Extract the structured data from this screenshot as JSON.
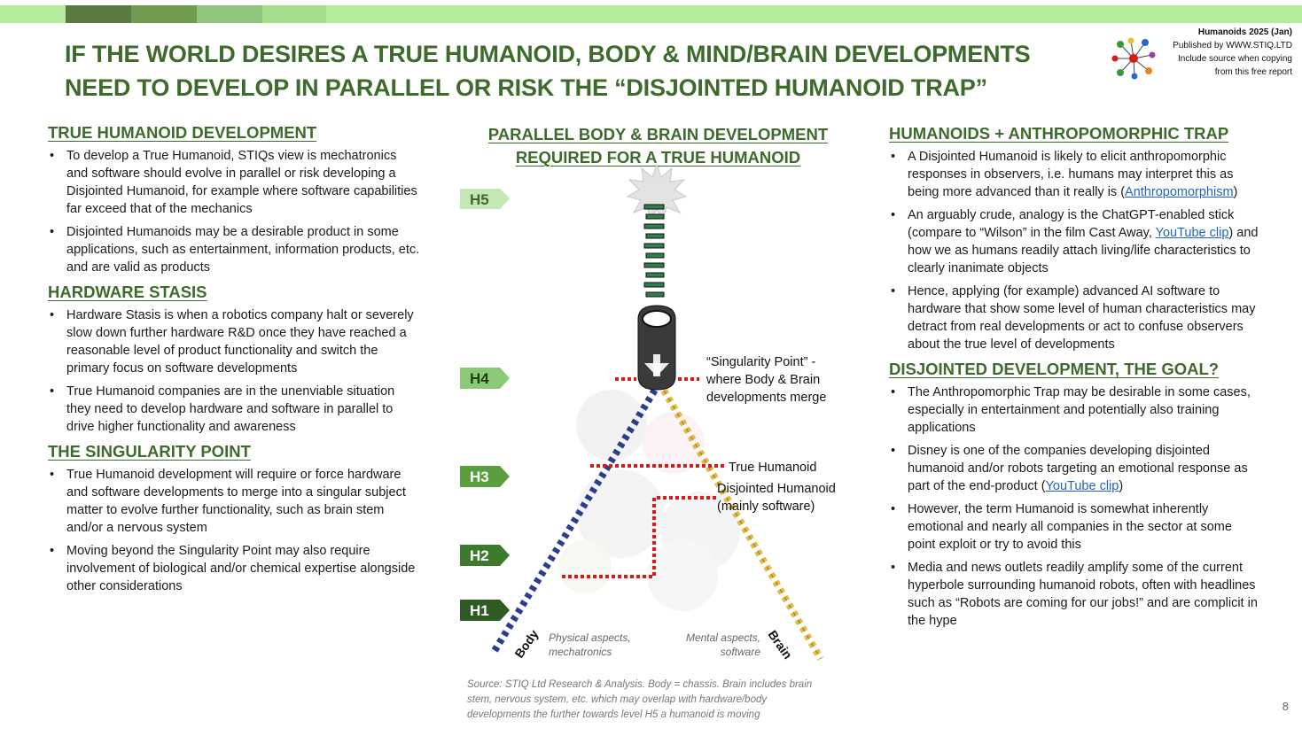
{
  "colors": {
    "title_green": "#3d6b2c",
    "topbar_light": "#b6ea9c",
    "topbar_segments": [
      "#5a7a3f",
      "#6f9a50",
      "#93c47d",
      "#a8dd8b"
    ],
    "body_blue": "#2a3d8f",
    "brain_yellow": "#e5b93b",
    "spine_green": "#2f7f4e",
    "red_dotted": "#d91a1a",
    "link_blue": "#1f63c6",
    "h_levels": [
      "#2f5a24",
      "#3d7a2e",
      "#5a9e3f",
      "#8cc977",
      "#c4e7b5"
    ]
  },
  "header": {
    "title_line1": "IF THE WORLD DESIRES A TRUE HUMANOID, BODY & MIND/BRAIN DEVELOPMENTS",
    "title_line2": "NEED TO DEVELOP IN PARALLEL OR RISK THE “DISJOINTED HUMANOID TRAP”",
    "publisher_line1": "Humanoids 2025 (Jan)",
    "publisher_line2": "Published by WWW.STIQ.LTD",
    "publisher_line3": "Include source when copying",
    "publisher_line4": "from this free report"
  },
  "left": {
    "sections": [
      {
        "heading": "TRUE HUMANOID DEVELOPMENT",
        "bullets": [
          "To develop a True Humanoid, STIQs view is mechatronics and software should evolve in parallel or risk developing a Disjointed Humanoid, for example where software capabilities far exceed that of the mechanics",
          "Disjointed Humanoids may be a desirable product in some applications, such as entertainment, information products, etc. and are valid as products"
        ]
      },
      {
        "heading": "HARDWARE STASIS",
        "bullets": [
          "Hardware Stasis is when a robotics company halt or severely slow down further hardware R&D once they have reached a reasonable level of product functionality and switch the primary focus on software developments",
          "True Humanoid companies are in the unenviable situation they need to develop hardware and software in parallel to drive higher functionality and awareness"
        ]
      },
      {
        "heading": "THE SINGULARITY POINT",
        "bullets": [
          "True Humanoid development will require or force hardware and software developments to merge into a singular subject matter to evolve further functionality, such as brain stem and/or a nervous system",
          "Moving beyond the Singularity Point  may also require involvement of biological and/or chemical expertise alongside other considerations"
        ]
      }
    ]
  },
  "center": {
    "title_line1": "PARALLEL BODY & BRAIN DEVELOPMENT",
    "title_line2": "REQUIRED FOR A TRUE HUMANOID",
    "levels": [
      "H5",
      "H4",
      "H3",
      "H2",
      "H1"
    ],
    "singularity_note_1": "“Singularity Point” -",
    "singularity_note_2": "where Body & Brain",
    "singularity_note_3": "developments merge",
    "true_humanoid": "True Humanoid",
    "disjointed_1": "Disjointed Humanoid",
    "disjointed_2": "(mainly software)",
    "body_label": "Body",
    "brain_label": "Brain",
    "body_note_1": "Physical aspects,",
    "body_note_2": "mechatronics",
    "brain_note_1": "Mental aspects,",
    "brain_note_2": "software",
    "source_1": "Source: STIQ Ltd Research & Analysis. Body = chassis. Brain includes brain",
    "source_2": "stem, nervous system, etc. which may overlap with hardware/body",
    "source_3": "developments the further towards level H5 a humanoid is moving"
  },
  "right": {
    "section1": {
      "heading": "HUMANOIDS + ANTHROPOMORPHIC TRAP",
      "b1_text": "A Disjointed Humanoid is likely to elicit anthropomorphic responses in observers, i.e. humans may interpret this as being more advanced than it really is (",
      "b1_link": "Anthropomorphism",
      "b1_end": ")",
      "b2_text": "An arguably crude, analogy is the ChatGPT-enabled stick (compare to “Wilson” in the film Cast Away, ",
      "b2_link": "YouTube clip",
      "b2_end": ") and how we as humans readily attach living/life characteristics to clearly inanimate objects",
      "b3_text": "Hence, applying (for example) advanced AI software to hardware that show some level of human characteristics may detract from real developments or act to confuse observers about the true level of developments"
    },
    "section2": {
      "heading": "DISJOINTED DEVELOPMENT, THE GOAL?",
      "b1_text": "The Anthropomorphic Trap may be desirable in some cases, especially in entertainment and potentially also training applications",
      "b2_text": "Disney is one of the companies developing disjointed humanoid and/or robots targeting an emotional response as part of the end-product (",
      "b2_link": "YouTube clip",
      "b2_end": ")",
      "b3_text": "However, the term Humanoid is somewhat inherently emotional and nearly all companies in the sector at some point exploit or try to avoid this",
      "b4_text": "Media and news outlets readily amplify some of the current hyperbole surrounding humanoid robots, often with headlines such as “Robots are coming for our jobs!” and are complicit in the hype"
    }
  },
  "footer": {
    "page_number": "8"
  }
}
